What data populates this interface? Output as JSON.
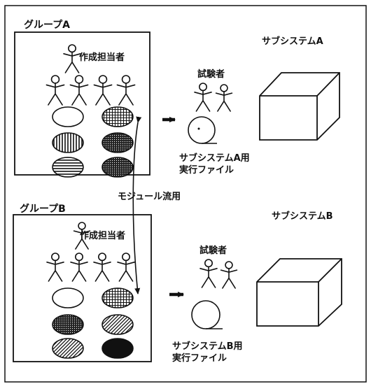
{
  "group_a": {
    "title": "グループA",
    "creator_label": "作成担当者",
    "member_count": 4,
    "module_patterns": [
      "blank",
      "crosshatch",
      "vertical",
      "dark-dots",
      "horizontal",
      "dark-dots"
    ]
  },
  "group_b": {
    "title": "グループB",
    "creator_label": "作成担当者",
    "member_count": 4,
    "module_patterns": [
      "blank",
      "crosshatch",
      "dark-dots",
      "diagonal",
      "diagonal",
      "solid"
    ]
  },
  "tester_a": {
    "label": "試験者"
  },
  "tester_b": {
    "label": "試験者"
  },
  "file_a": {
    "label_line1": "サブシステムA用",
    "label_line2": "実行ファイル"
  },
  "file_b": {
    "label_line1": "サブシステムB用",
    "label_line2": "実行ファイル"
  },
  "subsystem_a": {
    "label": "サブシステムA"
  },
  "subsystem_b": {
    "label": "サブシステムB"
  },
  "module_reuse": {
    "label": "モジュール流用"
  },
  "colors": {
    "ink": "#111111",
    "background": "#ffffff"
  }
}
